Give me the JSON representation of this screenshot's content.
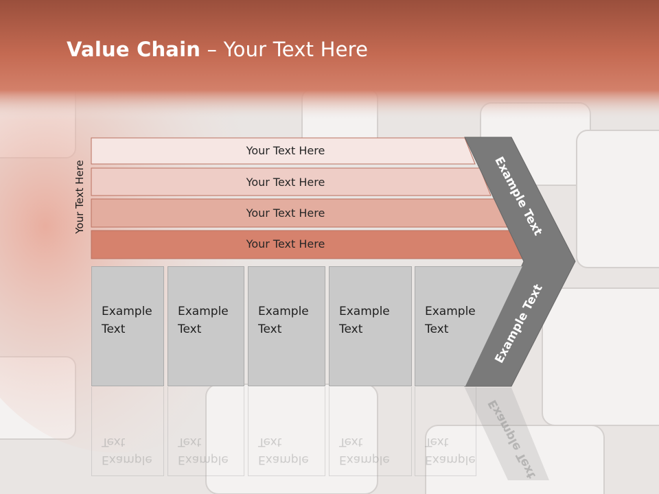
{
  "slide": {
    "title_bold": "Value Chain",
    "title_rest": " – Your Text Here",
    "vertical_label": "Your Text Here",
    "rows": [
      {
        "label": "Your Text Here"
      },
      {
        "label": "Your Text Here"
      },
      {
        "label": "Your Text Here"
      },
      {
        "label": "Your Text Here"
      }
    ],
    "columns": [
      {
        "line1": "Example",
        "line2": "Text"
      },
      {
        "line1": "Example",
        "line2": "Text"
      },
      {
        "line1": "Example",
        "line2": "Text"
      },
      {
        "line1": "Example",
        "line2": "Text"
      },
      {
        "line1": "Example",
        "line2": "Text"
      }
    ],
    "chevron_top": "Example Text",
    "chevron_bottom": "Example Text"
  },
  "colors": {
    "header": "#c2614a",
    "row1": "#f6e6e3",
    "row2": "#eecdc6",
    "row3": "#e3ad9f",
    "row4": "#d6826d",
    "chevron": "#7a7a7a",
    "column": "#c9c9c9"
  }
}
